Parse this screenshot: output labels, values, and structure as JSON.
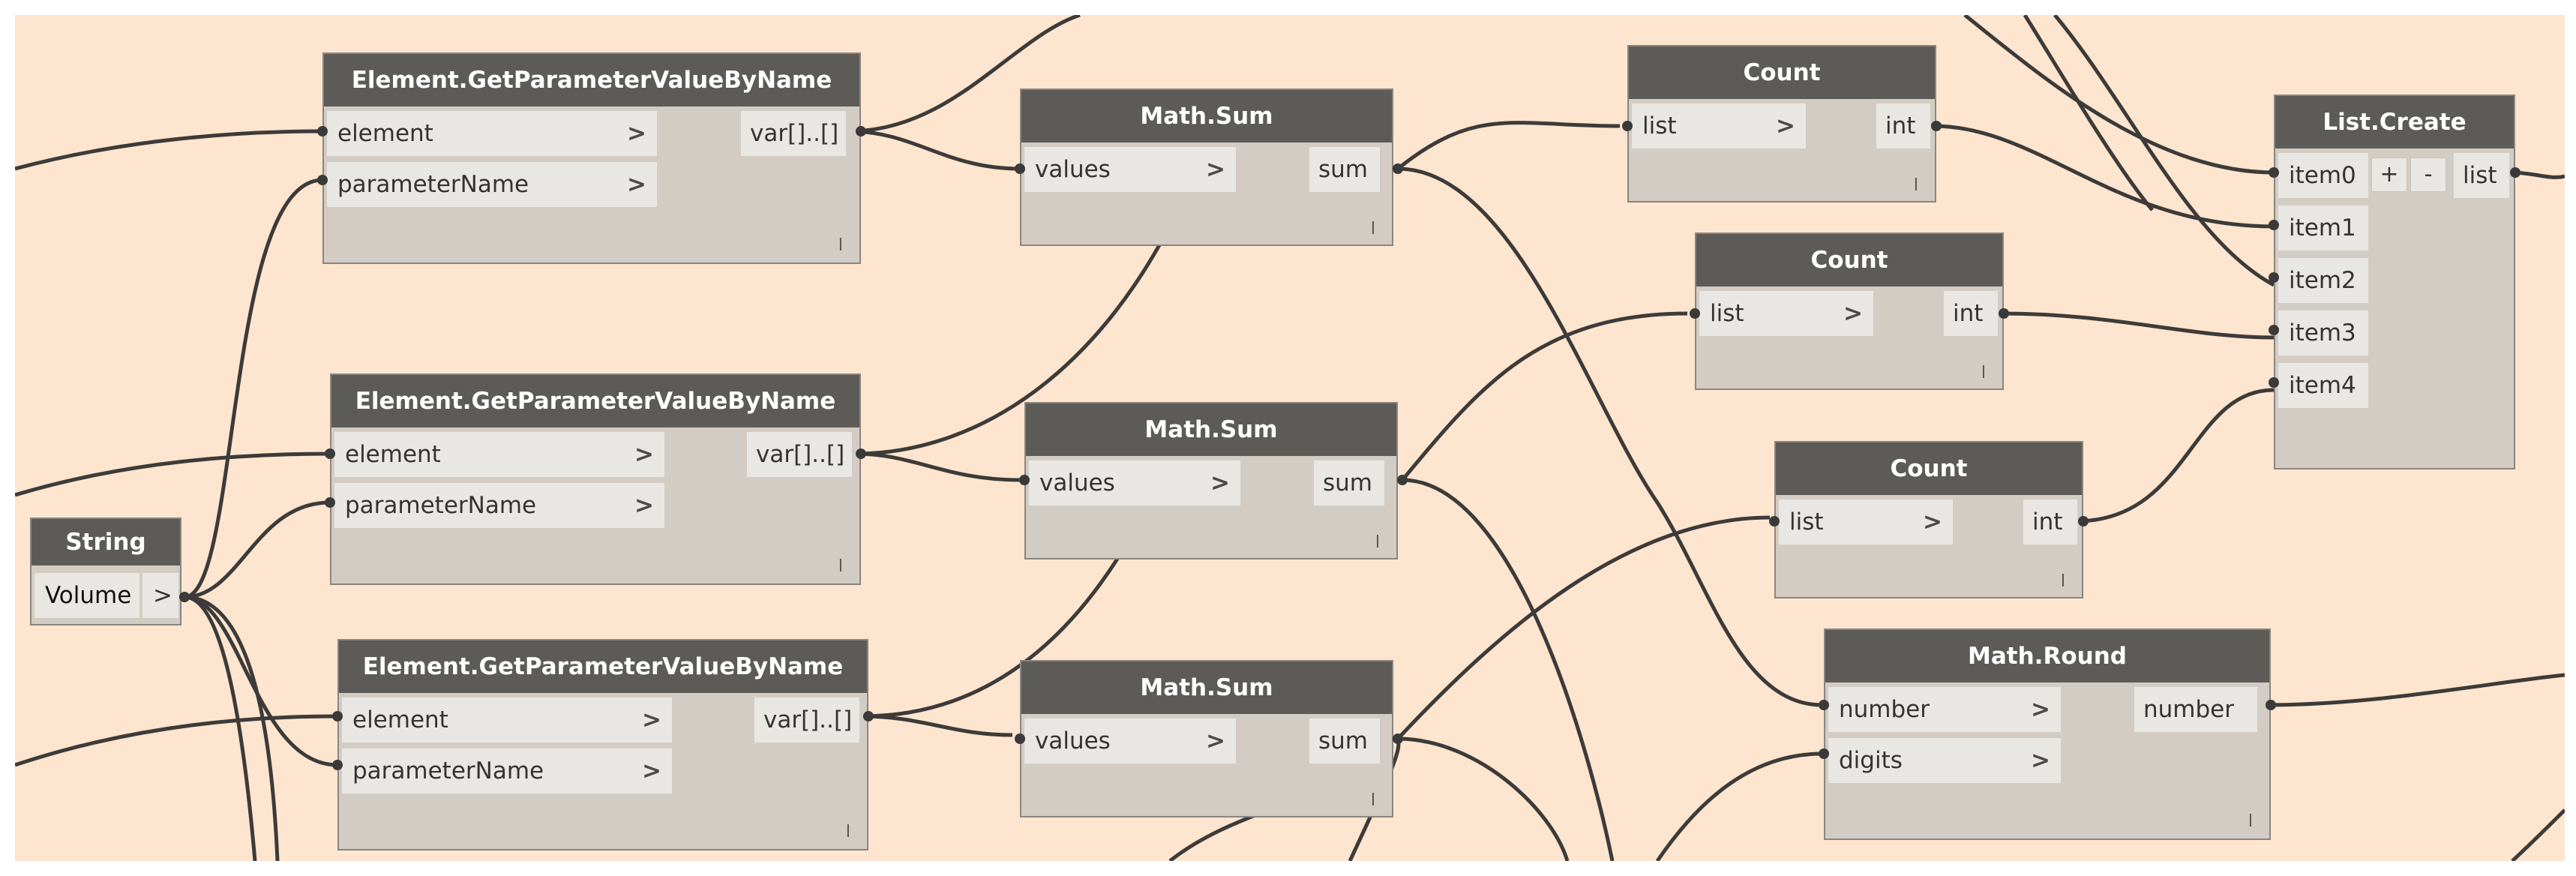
{
  "nodes": {
    "string_node": {
      "title": "String",
      "value": "Volume",
      "out": ">"
    },
    "get_param_1": {
      "title": "Element.GetParameterValueByName",
      "in1": "element",
      "in2": "parameterName",
      "out": "var[]..[]",
      "lacing": "l"
    },
    "get_param_2": {
      "title": "Element.GetParameterValueByName",
      "in1": "element",
      "in2": "parameterName",
      "out": "var[]..[]",
      "lacing": "l"
    },
    "get_param_3": {
      "title": "Element.GetParameterValueByName",
      "in1": "element",
      "in2": "parameterName",
      "out": "var[]..[]",
      "lacing": "l"
    },
    "math_sum_1": {
      "title": "Math.Sum",
      "in1": "values",
      "out": "sum",
      "lacing": "l"
    },
    "math_sum_2": {
      "title": "Math.Sum",
      "in1": "values",
      "out": "sum",
      "lacing": "l"
    },
    "math_sum_3": {
      "title": "Math.Sum",
      "in1": "values",
      "out": "sum",
      "lacing": "l"
    },
    "count_1": {
      "title": "Count",
      "in1": "list",
      "out": "int",
      "lacing": "l"
    },
    "count_2": {
      "title": "Count",
      "in1": "list",
      "out": "int",
      "lacing": "l"
    },
    "count_3": {
      "title": "Count",
      "in1": "list",
      "out": "int",
      "lacing": "l"
    },
    "math_round": {
      "title": "Math.Round",
      "in1": "number",
      "in2": "digits",
      "out": "number",
      "lacing": "l"
    },
    "list_create": {
      "title": "List.Create",
      "items": [
        "item0",
        "item1",
        "item2",
        "item3",
        "item4"
      ],
      "add": "+",
      "remove": "-",
      "out": "list"
    }
  },
  "arrow": ">"
}
